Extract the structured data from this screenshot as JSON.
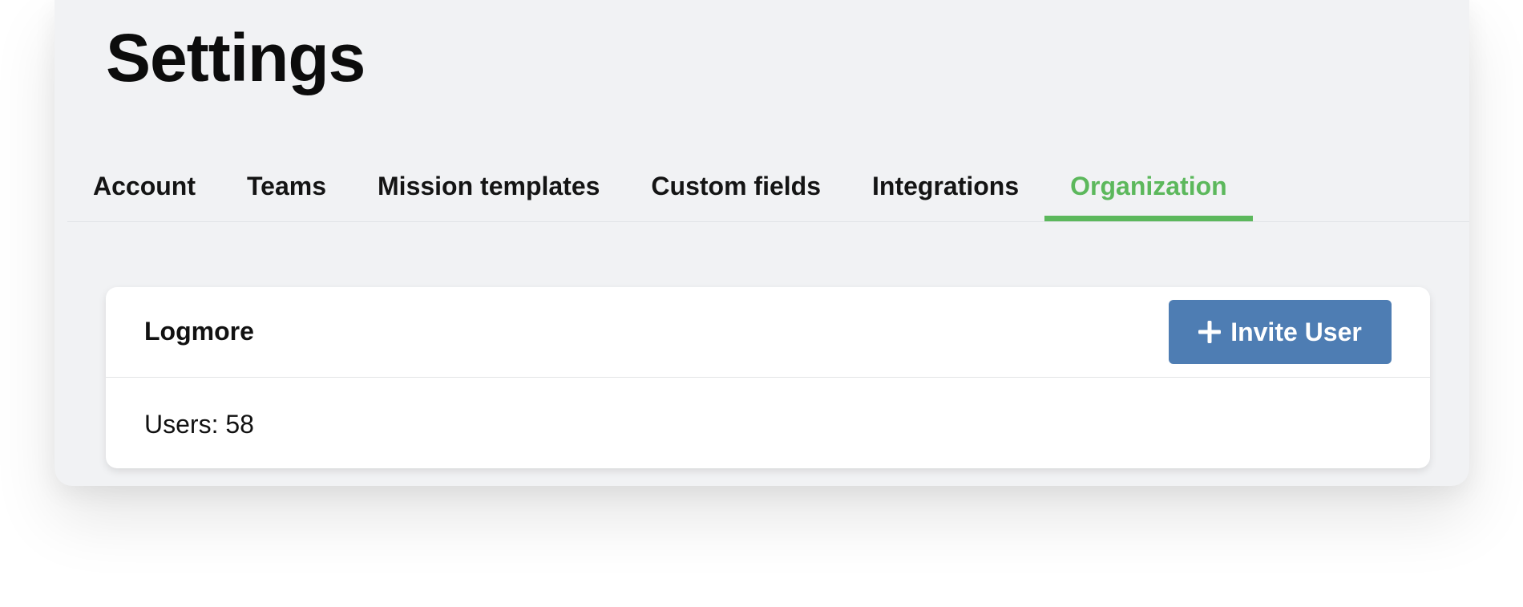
{
  "page": {
    "title": "Settings"
  },
  "tabs": [
    {
      "label": "Account",
      "active": false
    },
    {
      "label": "Teams",
      "active": false
    },
    {
      "label": "Mission templates",
      "active": false
    },
    {
      "label": "Custom fields",
      "active": false
    },
    {
      "label": "Integrations",
      "active": false
    },
    {
      "label": "Organization",
      "active": true
    }
  ],
  "organization": {
    "name": "Logmore",
    "invite_label": "Invite User",
    "invite_icon": "plus-icon",
    "users_label": "Users: 58"
  },
  "colors": {
    "accent_green": "#5cb85c",
    "button_blue": "#4e7db3",
    "background": "#f1f2f4",
    "card": "#ffffff"
  }
}
